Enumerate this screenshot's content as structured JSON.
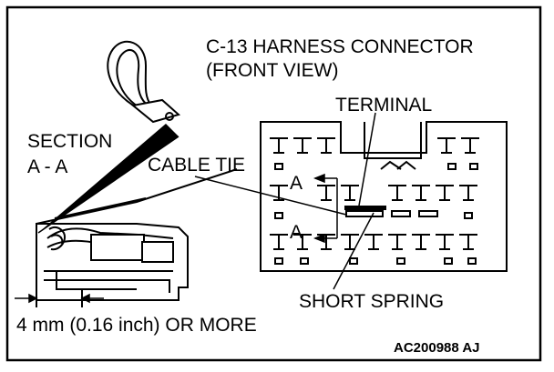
{
  "labels": {
    "connector_line1": "C-13 HARNESS CONNECTOR",
    "connector_line2": "(FRONT VIEW)",
    "terminal": "TERMINAL",
    "section_line1": "SECTION",
    "section_line2": "A - A",
    "cable_tie": "CABLE TIE",
    "short_spring": "SHORT SPRING",
    "dimension": "4 mm (0.16 inch) OR MORE",
    "section_mark_upper": "A",
    "section_mark_lower": "A",
    "figure_code": "AC200988 AJ"
  }
}
